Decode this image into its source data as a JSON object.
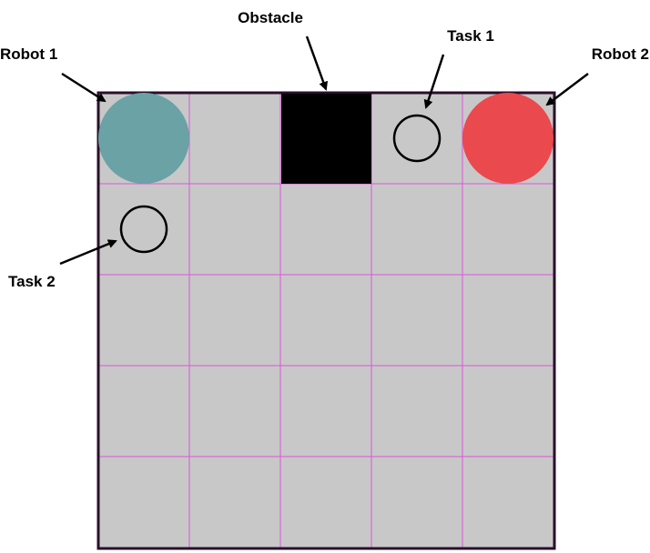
{
  "grid": {
    "rows": 5,
    "cols": 5,
    "cell_color": "#c8c8c8",
    "line_color": "#dd55dd",
    "border_color": "#2a0f2a"
  },
  "obstacle": {
    "row": 0,
    "col": 2,
    "color": "#000000"
  },
  "robots": [
    {
      "label": "Robot 1",
      "row": 0,
      "col": 0,
      "color": "#6aa2a6"
    },
    {
      "label": "Robot 2",
      "row": 0,
      "col": 4,
      "color": "#ea4a4d"
    }
  ],
  "tasks": [
    {
      "label": "Task 1",
      "row": 0,
      "col": 3
    },
    {
      "label": "Task 2",
      "row": 1,
      "col": 0
    }
  ],
  "labels": {
    "obstacle": "Obstacle"
  }
}
